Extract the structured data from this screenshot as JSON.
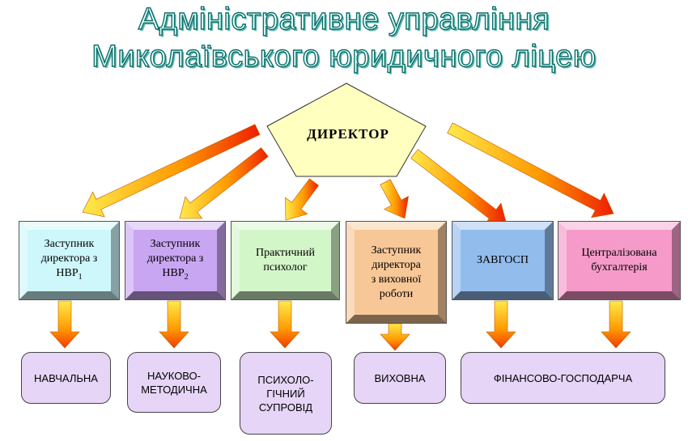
{
  "title": {
    "line1": "Адміністративне управління",
    "line2": "Миколаївського юридичного ліцею"
  },
  "director": {
    "label": "ДИРЕКТОР"
  },
  "departments": [
    {
      "id": "nvr1",
      "line1": "Заступник",
      "line2": "директора з",
      "line3": "НВР",
      "sub": "1",
      "color": "#cdf7fb"
    },
    {
      "id": "nvr2",
      "line1": "Заступник",
      "line2": "директора з",
      "line3": "НВР",
      "sub": "2",
      "color": "#c9a6f2"
    },
    {
      "id": "psych",
      "line1": "Практичний",
      "line2": "психолог",
      "color": "#d3f6c9"
    },
    {
      "id": "vykh",
      "line1": "Заступник",
      "line2": "директора",
      "line3": "з виховної",
      "line4": "роботи",
      "color": "#f8c797"
    },
    {
      "id": "zavgosp",
      "line1": "ЗАВГОСП",
      "color": "#92bcec"
    },
    {
      "id": "buh",
      "line1": "Централізована",
      "line2": "бухгалтерія",
      "color": "#f59ac9"
    }
  ],
  "areas": [
    {
      "id": "navch",
      "line1": "НАВЧАЛЬНА"
    },
    {
      "id": "nauk",
      "line1": "НАУКОВО-",
      "line2": "МЕТОДИЧНА"
    },
    {
      "id": "psy",
      "line1": "ПСИХОЛО-",
      "line2": "ГІЧНИЙ",
      "line3": "СУПРОВІД"
    },
    {
      "id": "vykhovna",
      "line1": "ВИХОВНА"
    },
    {
      "id": "fin",
      "line1": "ФІНАНСОВО-ГОСПОДАРЧА"
    }
  ],
  "colors": {
    "arrow_light": "#ffe94a",
    "arrow_mid": "#ff9a00",
    "arrow_dark": "#ee1e00",
    "pentagon": "#ffffc0",
    "area_fill": "#e6d5f6"
  }
}
